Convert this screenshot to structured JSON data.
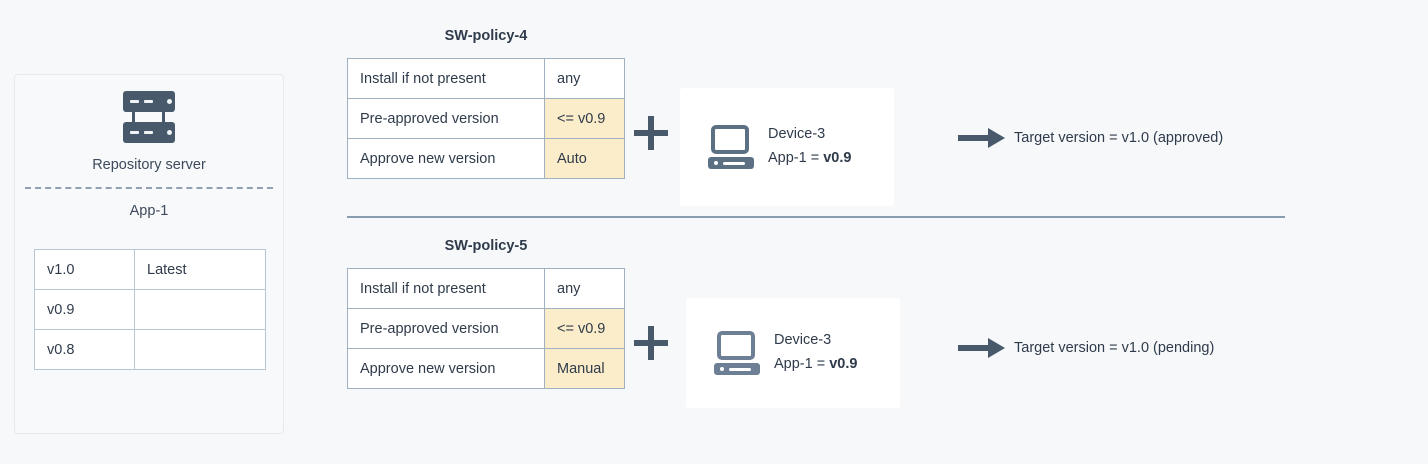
{
  "theme": {
    "background": "#f6f8fa",
    "text": "#2f3b4a",
    "icon_dark": "#48596b",
    "icon_light": "#6c7f95",
    "highlight": "#fcedca",
    "table_border": "#9fb0c1",
    "divider": "#8a9cb0"
  },
  "repository": {
    "icon": "server-icon",
    "title": "Repository server",
    "app_label": "App-1",
    "versions": [
      {
        "version": "v1.0",
        "tag": "Latest"
      },
      {
        "version": "v0.9",
        "tag": ""
      },
      {
        "version": "v0.8",
        "tag": ""
      }
    ]
  },
  "flows": [
    {
      "policy_title": "SW-policy-4",
      "policy_rows": [
        {
          "label": "Install if not present",
          "value": "any",
          "highlight": false
        },
        {
          "label": "Pre-approved version",
          "value": "<= v0.9",
          "highlight": true
        },
        {
          "label": "Approve new version",
          "value": "Auto",
          "highlight": true
        }
      ],
      "operator": "+",
      "device": {
        "icon": "desktop-computer-icon",
        "name": "Device-3",
        "app_prefix": "App-1 = ",
        "app_version": "v0.9"
      },
      "arrow": "arrow-right-icon",
      "result": "Target version = v1.0 (approved)"
    },
    {
      "policy_title": "SW-policy-5",
      "policy_rows": [
        {
          "label": "Install if not present",
          "value": "any",
          "highlight": false
        },
        {
          "label": "Pre-approved version",
          "value": "<= v0.9",
          "highlight": true
        },
        {
          "label": "Approve new version",
          "value": "Manual",
          "highlight": true
        }
      ],
      "operator": "+",
      "device": {
        "icon": "desktop-computer-icon",
        "name": "Device-3",
        "app_prefix": "App-1 = ",
        "app_version": "v0.9"
      },
      "arrow": "arrow-right-icon",
      "result": "Target version = v1.0 (pending)"
    }
  ]
}
